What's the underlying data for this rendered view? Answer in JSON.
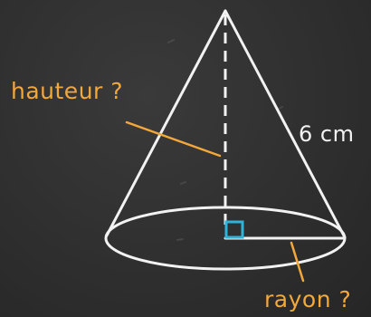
{
  "diagram": {
    "labels": {
      "height": "hauteur ?",
      "slant": "6 cm",
      "radius": "rayon ?"
    },
    "colors": {
      "board": "#2d2d2d",
      "chalk": "#f2f2f2",
      "annotation": "#f2a83a",
      "right_angle": "#2fb4d9"
    }
  }
}
